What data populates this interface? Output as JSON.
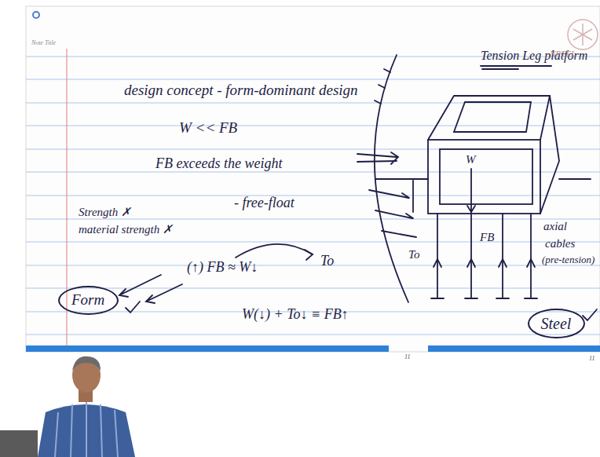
{
  "diagram": {
    "title": "Tension Leg platform",
    "nodes": [
      {
        "text": [
          "Form"
        ]
      },
      {
        "text": [
          "Steel"
        ]
      }
    ],
    "labels": [
      "Note Title",
      "NPTEL",
      "design concept - form-dominant design",
      "W << FB",
      "FB exceeds the weight",
      "- free-float",
      "Strength ✗",
      "material strength ✗",
      "(↑) FB ≈ W↓",
      "To",
      "W(↓) + To↓ ≡ FB↑",
      "W",
      "FB",
      "To",
      "axial",
      "cables",
      "(pre-tension)",
      "11",
      "11"
    ]
  }
}
